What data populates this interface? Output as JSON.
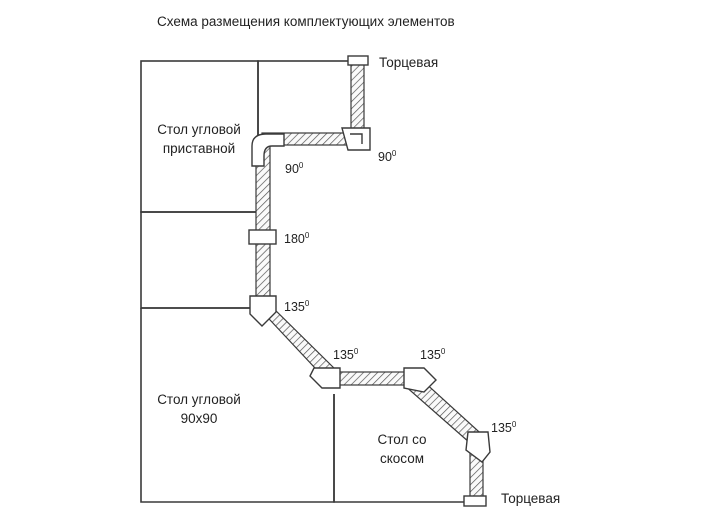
{
  "title": "Схема размещения комплектующих элементов",
  "tables": {
    "corner_attached": [
      "Стол угловой",
      "приставной"
    ],
    "corner_90": [
      "Стол угловой",
      "90х90"
    ],
    "bevel": [
      "Стол со",
      "скосом"
    ]
  },
  "end_caps": {
    "top": "Торцевая",
    "bottom": "Торцевая"
  },
  "angles": {
    "top_left": "90",
    "top_right": "90",
    "straight": "180",
    "bend_1": "135",
    "bend_2": "135",
    "bend_3": "135",
    "bend_4": "135"
  },
  "degree_mark": "0",
  "colors": {
    "line": "#3a3a3a",
    "hatch": "#555555",
    "background": "#ffffff"
  }
}
